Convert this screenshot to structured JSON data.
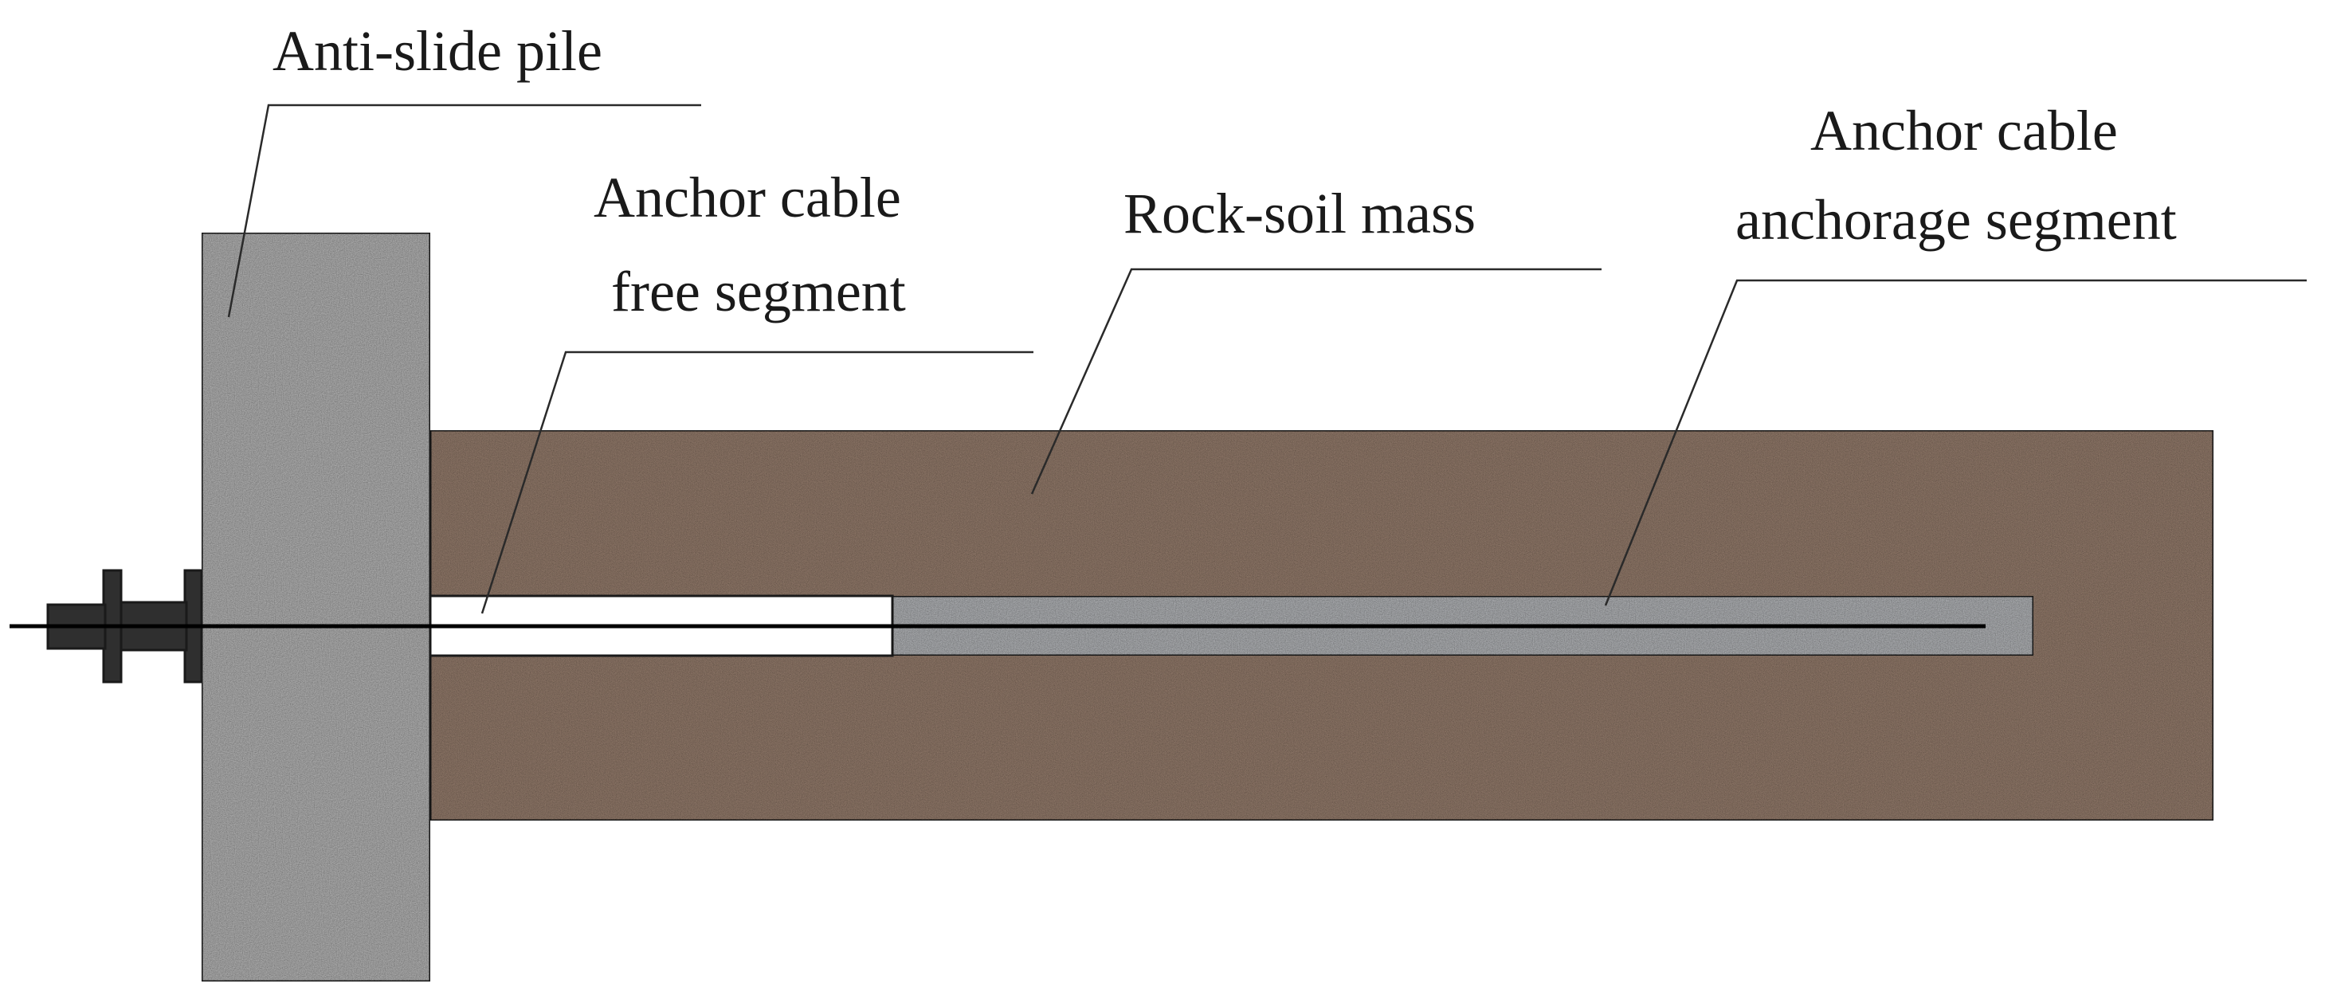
{
  "diagram": {
    "labels": {
      "pile": "Anti-slide pile",
      "free_segment": [
        "Anchor cable",
        "free segment"
      ],
      "rock_soil": "Rock-soil mass",
      "anchorage_segment": [
        "Anchor cable",
        "anchorage segment"
      ]
    },
    "colors": {
      "pile_fill": "#a9a9a9",
      "rock_soil_fill": "#8c7566",
      "anchorage_fill": "#a7a9ac",
      "free_segment_fill": "#ffffff",
      "cable": "#000000",
      "anchor_head": "#2f2f2f"
    }
  }
}
